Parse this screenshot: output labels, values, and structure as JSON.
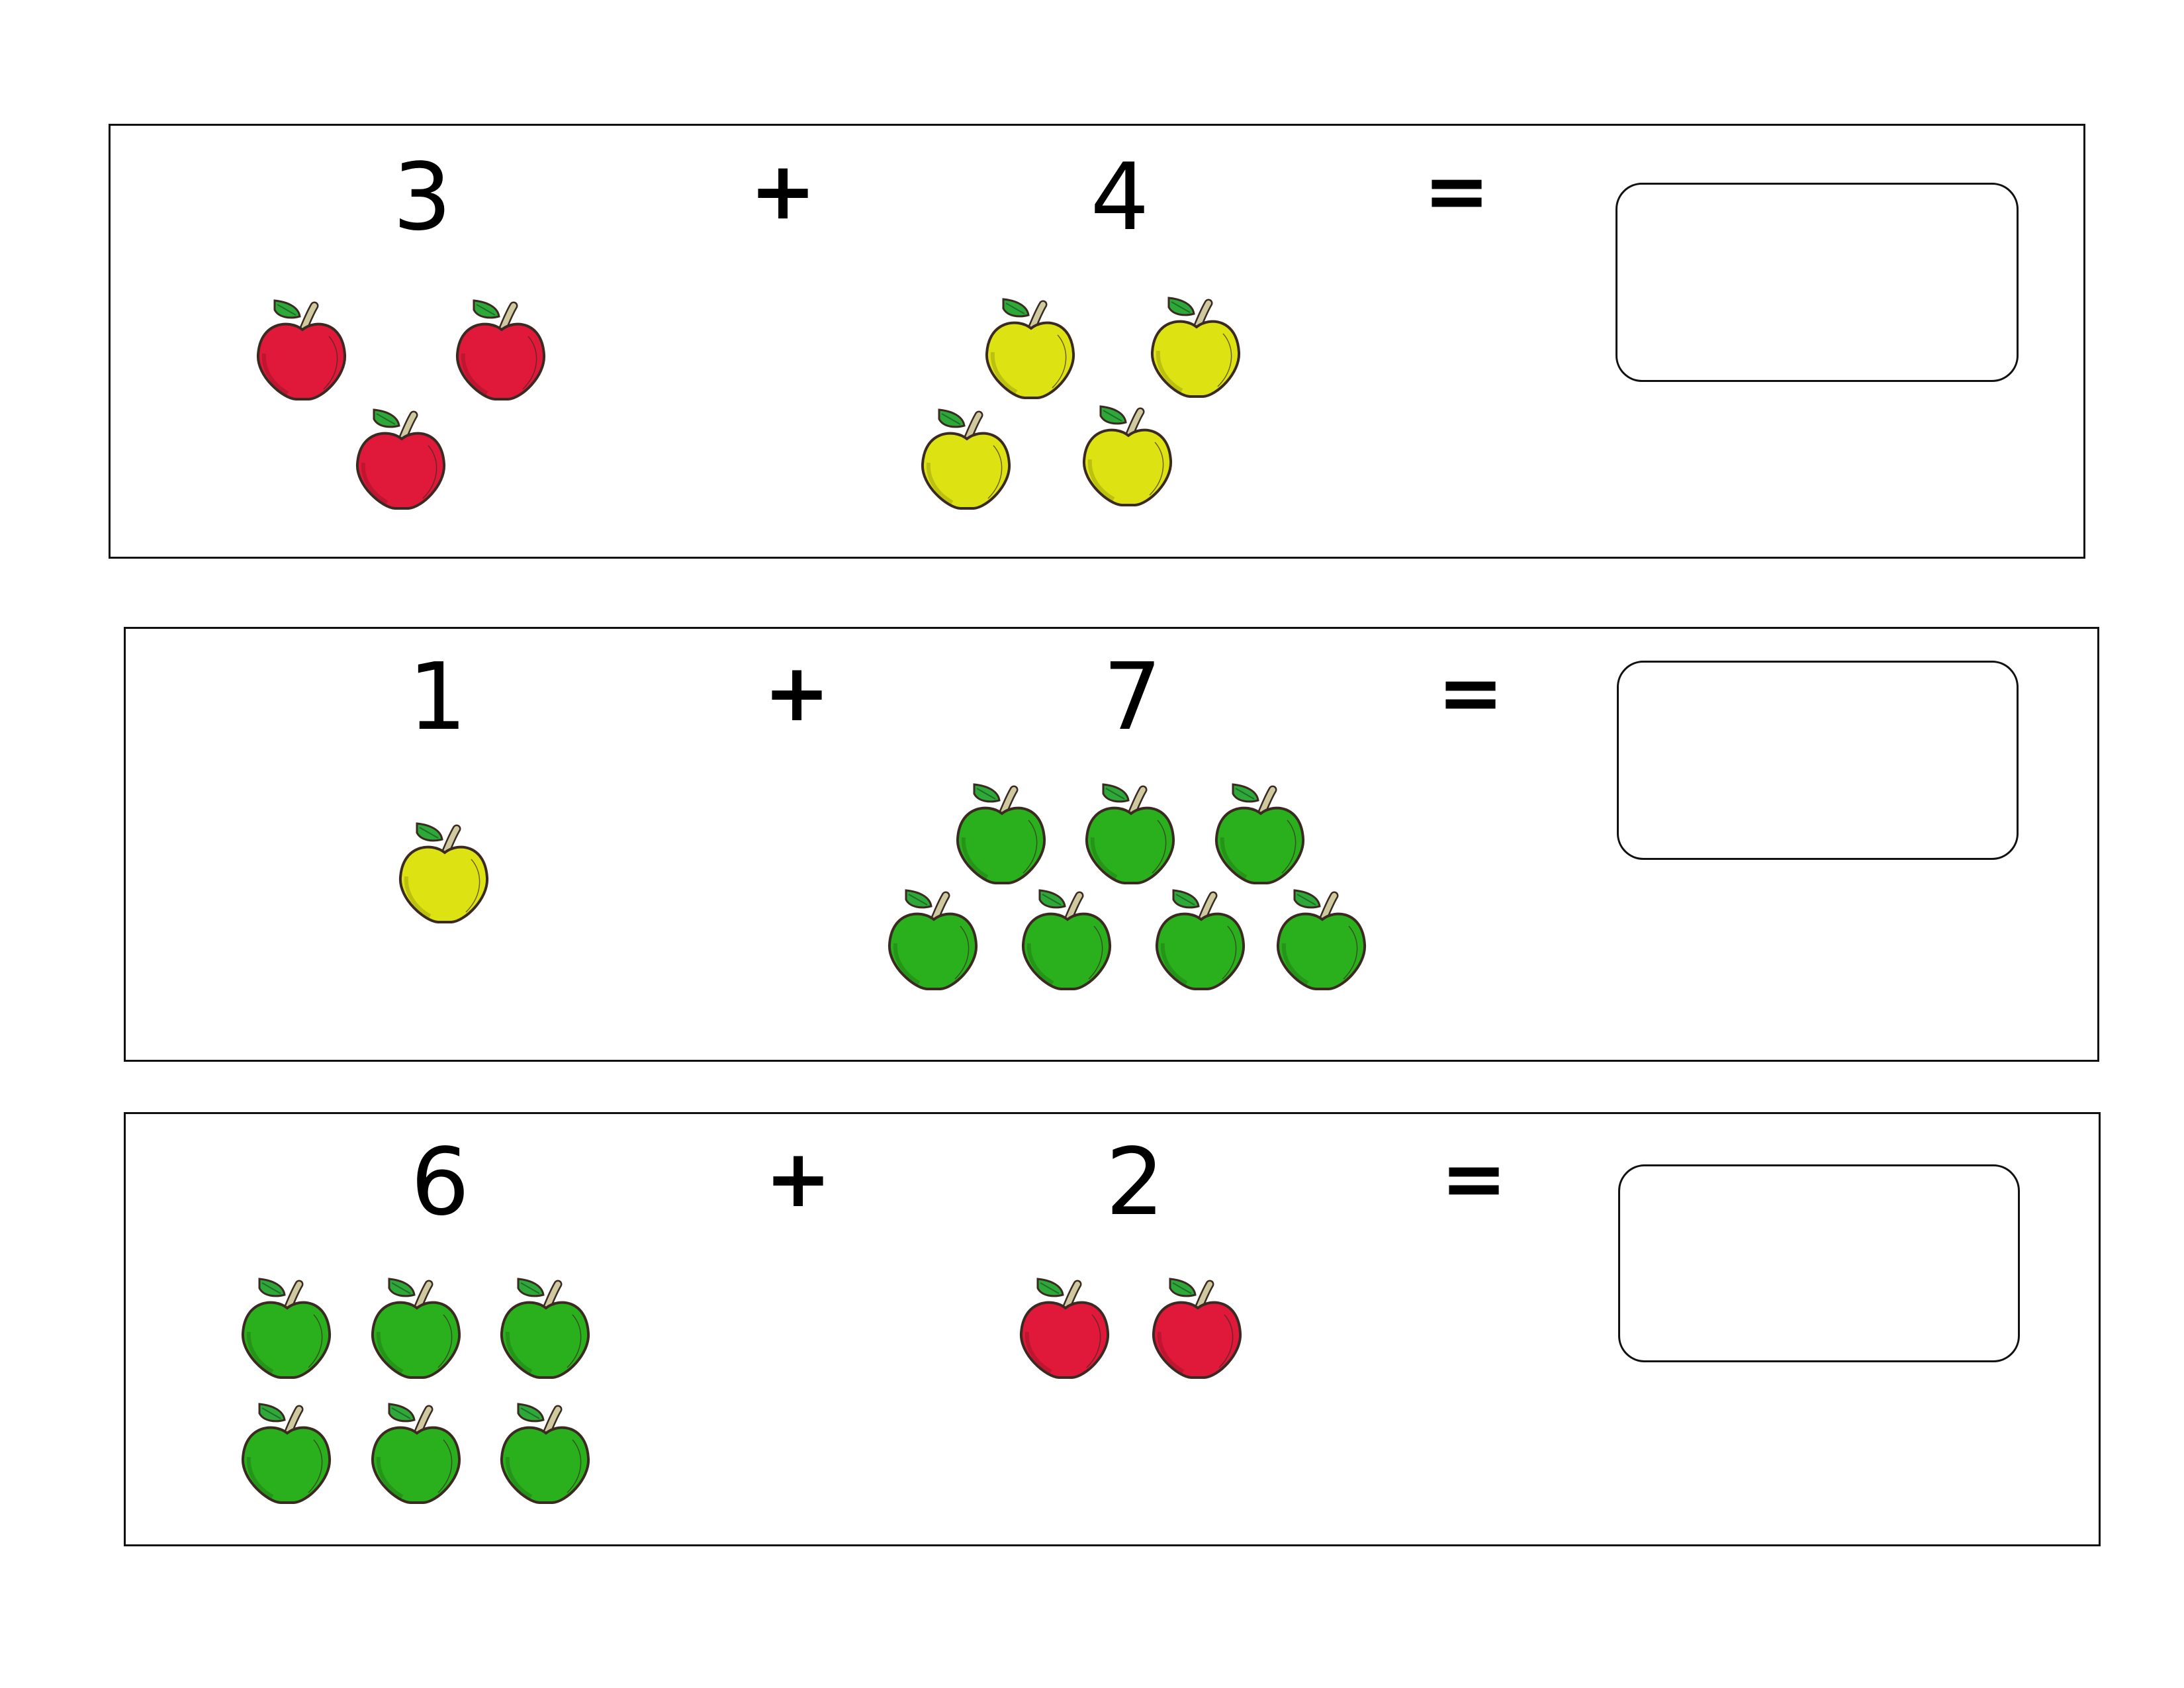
{
  "problems": [
    {
      "a": "3",
      "op": "+",
      "b": "4",
      "eq": "=",
      "a_apples": {
        "color_name": "red",
        "count": 3
      },
      "b_apples": {
        "color_name": "yellow",
        "count": 4
      }
    },
    {
      "a": "1",
      "op": "+",
      "b": "7",
      "eq": "=",
      "a_apples": {
        "color_name": "yellow",
        "count": 1
      },
      "b_apples": {
        "color_name": "green",
        "count": 7
      }
    },
    {
      "a": "6",
      "op": "+",
      "b": "2",
      "eq": "=",
      "a_apples": {
        "color_name": "green",
        "count": 6
      },
      "b_apples": {
        "color_name": "red",
        "count": 2
      }
    }
  ],
  "colors": {
    "red": "#e0193a",
    "yellow": "#dde313",
    "green": "#2bb01d",
    "leaf": "#2fa83a",
    "stem": "#cfc9a0",
    "outline": "#3b2a22"
  }
}
